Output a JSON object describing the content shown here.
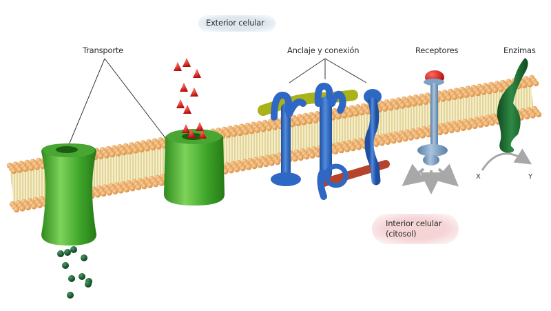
{
  "diagram": {
    "type": "cell membrane proteins",
    "regions": {
      "exterior": "Exterior celular",
      "interior_line1": "Interior celular",
      "interior_line2": "(citosol)"
    },
    "labels": {
      "transport": "Transporte",
      "anchoring": "Anclaje y conexión",
      "receptors": "Receptores",
      "enzymes": "Enzimas"
    },
    "reaction": {
      "substrate": "X",
      "product": "Y"
    },
    "colors": {
      "transport_protein": "#3fa52a",
      "anchor_protein": "#2f67c4",
      "receptor_protein": "#7fa2c6",
      "receptor_ligand": "#d9151a",
      "enzyme_protein": "#1c6a30",
      "lipid_head": "#e9a55f",
      "lipid_tail": "#d8c77a",
      "filament_top": "#a9b219",
      "filament_bottom": "#b4442b",
      "transported_red": "#d41a16",
      "transported_green": "#145c2d",
      "arrow_gray": "#a8a8a8"
    }
  }
}
